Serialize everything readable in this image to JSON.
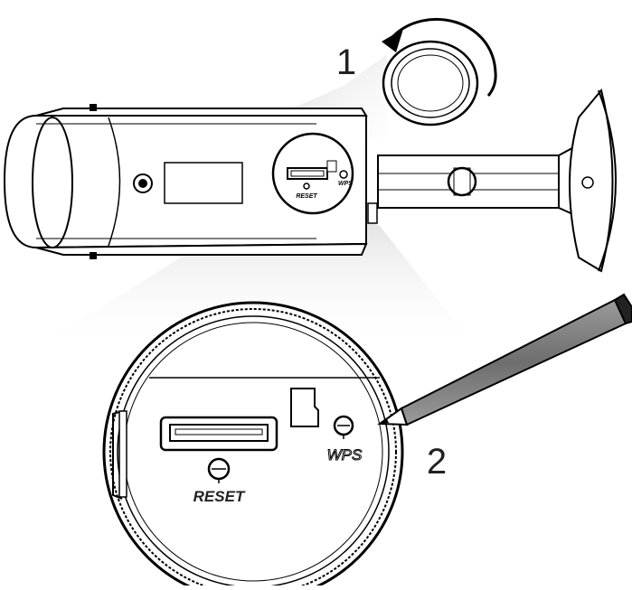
{
  "diagram": {
    "steps": {
      "step1": "1",
      "step2": "2"
    },
    "labels": {
      "reset_small": "RESET",
      "wps_small": "WPS",
      "reset_large": "RESET",
      "wps_large": "WPS"
    },
    "icons": {
      "rotate": "counterclockwise-rotate-arrow-icon",
      "pen": "pen-icon",
      "sd_card": "micro-sd-card-icon"
    },
    "colors": {
      "line": "#000000",
      "beam": "#d9d9d9",
      "pencil": "#7a7a7a"
    }
  }
}
